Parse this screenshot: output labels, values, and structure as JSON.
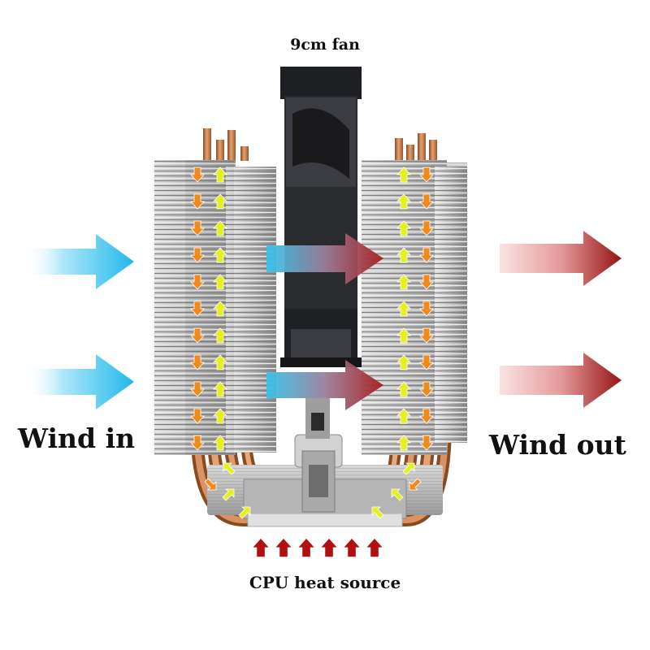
{
  "labels": {
    "fan": "9cm fan",
    "wind_in": "Wind in",
    "wind_out": "Wind out",
    "cpu": "CPU heat source"
  },
  "colors": {
    "wind_in_arrow": "#3cc8ef",
    "wind_out_arrow": "#9c1a1a",
    "heat_arrow": "#b01010",
    "heatpipe_down_arrow": "#f08a1a",
    "heatpipe_up_arrow": "#e6f020",
    "fin_metal": "#c9c9c9",
    "copper": "#c8804a",
    "fan_body": "#1e1f22"
  },
  "icons": [
    "wind-in-arrow-icon",
    "wind-out-arrow-icon",
    "airflow-arrow-icon",
    "heat-up-arrow-icon",
    "heatpipe-down-arrow-icon",
    "heatpipe-up-arrow-icon"
  ]
}
